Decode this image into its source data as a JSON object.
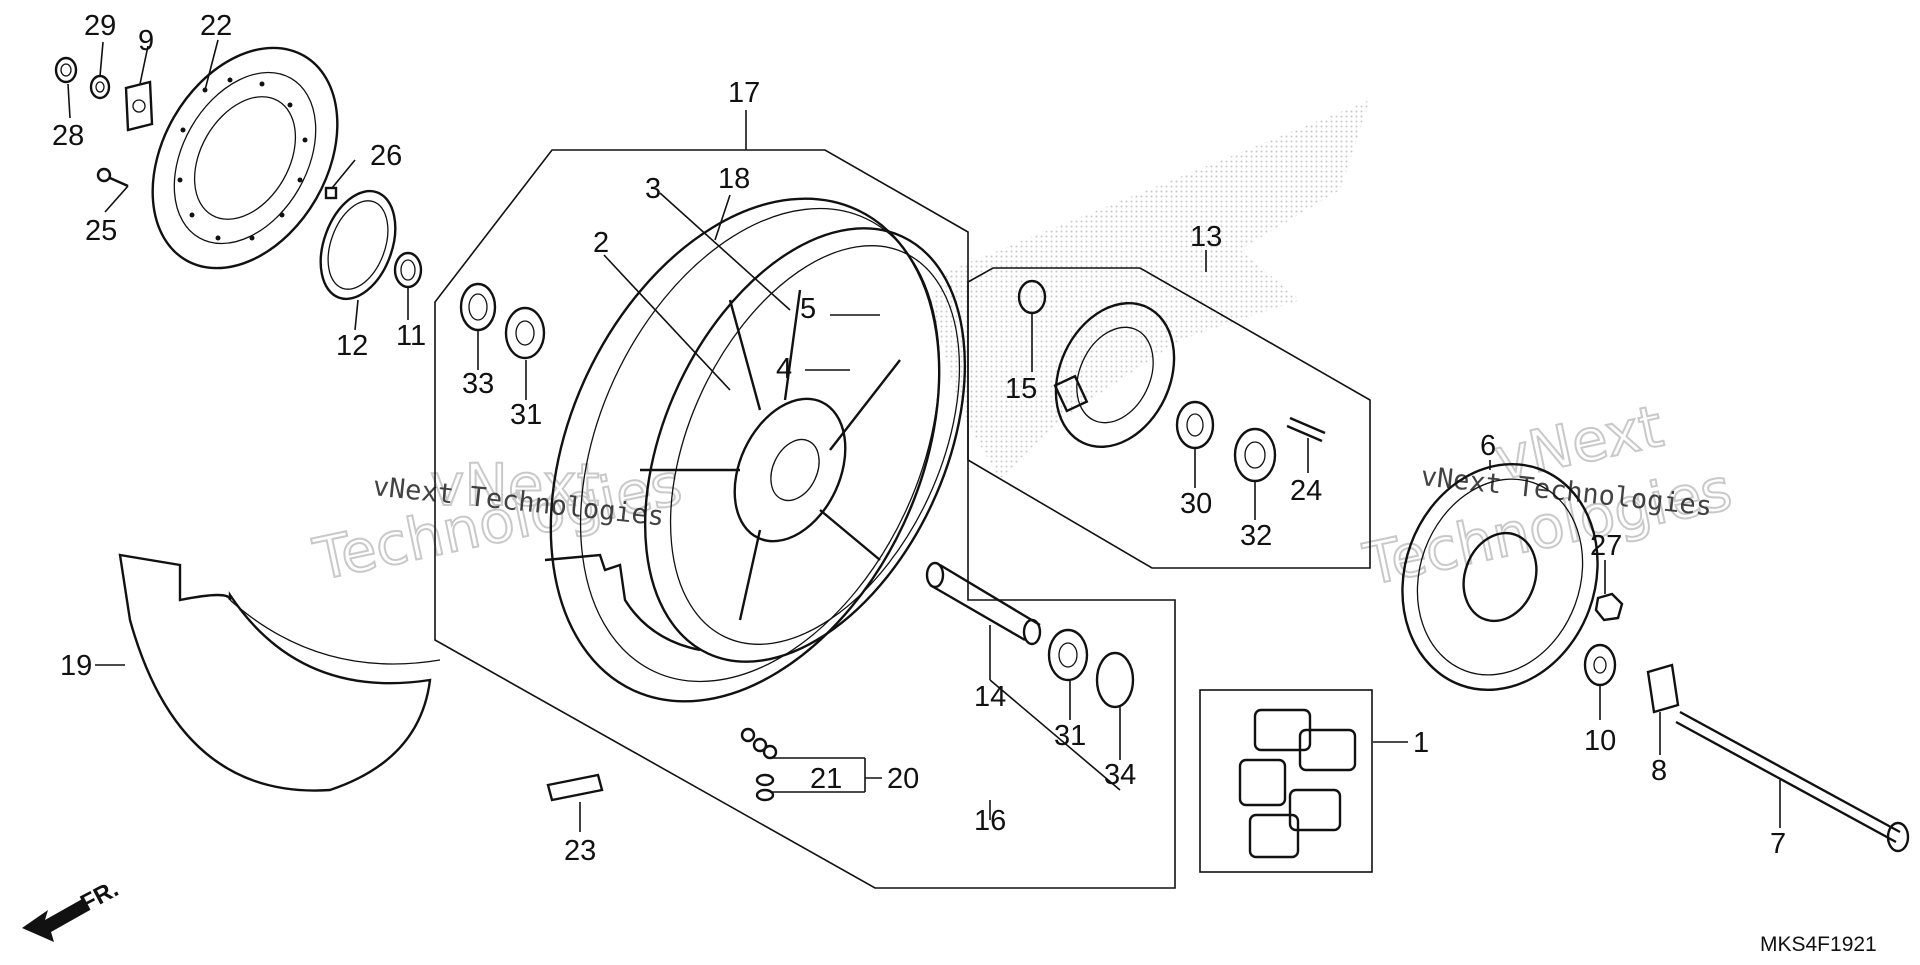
{
  "diagram": {
    "drawing_code": "MKS4F1921",
    "front_marker": "FR.",
    "watermark": {
      "line": "vNext Technologies",
      "big_top": "vNext",
      "big_bottom": "Technologies"
    },
    "callouts": [
      {
        "id": "c29",
        "text": "29"
      },
      {
        "id": "c9",
        "text": "9"
      },
      {
        "id": "c22",
        "text": "22"
      },
      {
        "id": "c28",
        "text": "28"
      },
      {
        "id": "c26",
        "text": "26"
      },
      {
        "id": "c25",
        "text": "25"
      },
      {
        "id": "c12",
        "text": "12"
      },
      {
        "id": "c11",
        "text": "11"
      },
      {
        "id": "c17",
        "text": "17"
      },
      {
        "id": "c18",
        "text": "18"
      },
      {
        "id": "c3",
        "text": "3"
      },
      {
        "id": "c2",
        "text": "2"
      },
      {
        "id": "c5",
        "text": "5"
      },
      {
        "id": "c4",
        "text": "4"
      },
      {
        "id": "c33",
        "text": "33"
      },
      {
        "id": "c31a",
        "text": "31"
      },
      {
        "id": "c13",
        "text": "13"
      },
      {
        "id": "c15",
        "text": "15"
      },
      {
        "id": "c30",
        "text": "30"
      },
      {
        "id": "c32",
        "text": "32"
      },
      {
        "id": "c24",
        "text": "24"
      },
      {
        "id": "c6",
        "text": "6"
      },
      {
        "id": "c27",
        "text": "27"
      },
      {
        "id": "c19",
        "text": "19"
      },
      {
        "id": "c14",
        "text": "14"
      },
      {
        "id": "c31b",
        "text": "31"
      },
      {
        "id": "c34",
        "text": "34"
      },
      {
        "id": "c16",
        "text": "16"
      },
      {
        "id": "c21",
        "text": "21"
      },
      {
        "id": "c20",
        "text": "20"
      },
      {
        "id": "c23",
        "text": "23"
      },
      {
        "id": "c1",
        "text": "1"
      },
      {
        "id": "c10",
        "text": "10"
      },
      {
        "id": "c8",
        "text": "8"
      },
      {
        "id": "c7",
        "text": "7"
      }
    ]
  }
}
